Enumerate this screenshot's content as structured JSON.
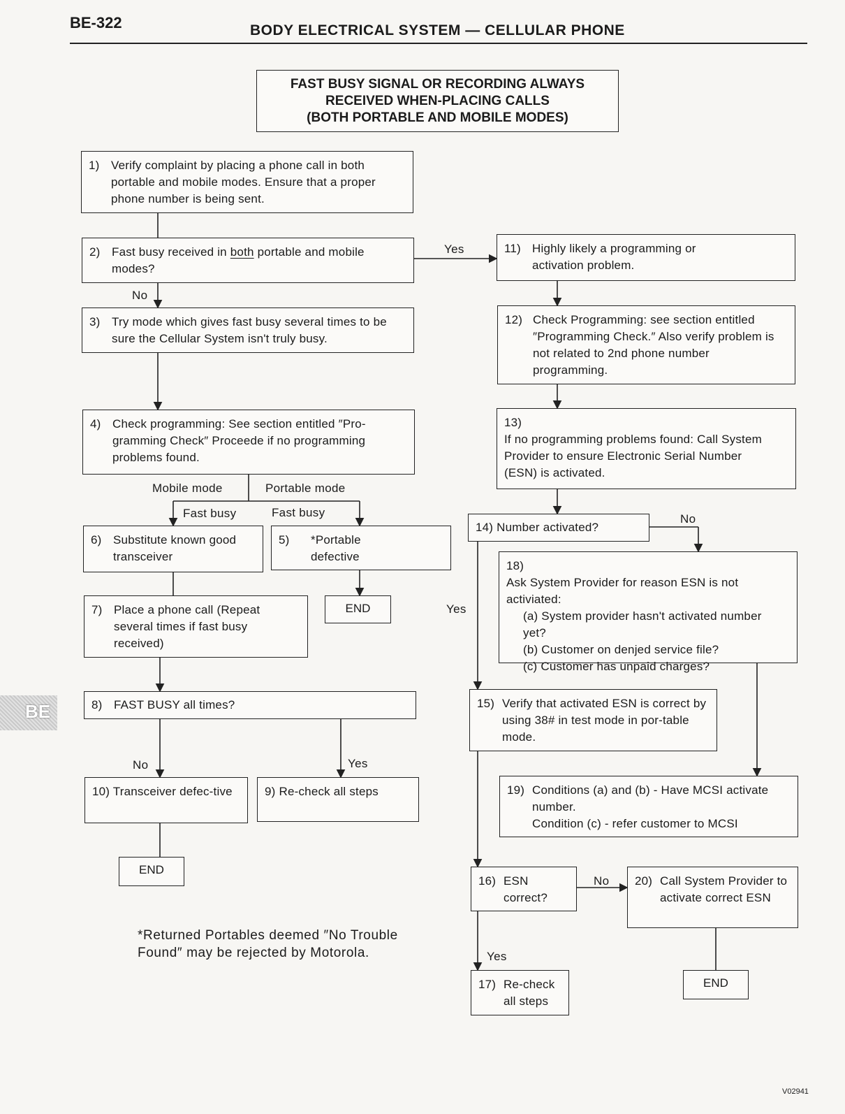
{
  "header": {
    "page_code": "BE-322",
    "title": "BODY ELECTRICAL SYSTEM — CELLULAR PHONE"
  },
  "main_title": {
    "line1": "FAST BUSY SIGNAL OR RECORDING ALWAYS",
    "line2": "RECEIVED WHEN-PLACING CALLS",
    "line3": "(BOTH PORTABLE AND MOBILE MODES)"
  },
  "steps": {
    "s1": {
      "num": "1)",
      "text": "Verify complaint by placing a phone call in both portable and mobile modes. Ensure that a proper phone number is being sent."
    },
    "s2": {
      "num": "2)",
      "pre": "Fast busy received in ",
      "emph": "both",
      "post": " portable and mobile modes?"
    },
    "s3": {
      "num": "3)",
      "text": "Try mode which gives fast busy several times to be sure the Cellular System isn't truly busy."
    },
    "s4": {
      "num": "4)",
      "text": "Check programming: See section entitled ″Pro-gramming Check″ Proceede if no programming problems found."
    },
    "s5": {
      "num": "5)",
      "text": "*Portable defective"
    },
    "s6": {
      "num": "6)",
      "text": "Substitute known good transceiver"
    },
    "s7": {
      "num": "7)",
      "text": "Place a phone call (Repeat several times if fast busy received)"
    },
    "s8": {
      "num": "8)",
      "text": "FAST BUSY all times?"
    },
    "s9": {
      "num": "9)",
      "text": "Re-check all steps"
    },
    "s10": {
      "num": "10)",
      "text": "Transceiver defec-tive"
    },
    "s11": {
      "num": "11)",
      "text": "Highly likely a programming or activation problem."
    },
    "s12": {
      "num": "12)",
      "text": "Check Programming: see section entitled ″Programming Check.″ Also verify problem is not related to 2nd phone number programming."
    },
    "s13": {
      "num": "13)",
      "text": "If no programming problems found: Call System Provider to ensure Electronic Serial Number (ESN) is activated."
    },
    "s14": {
      "num": "14)",
      "text": "Number activated?"
    },
    "s15": {
      "num": "15)",
      "text": "Verify that activated ESN is correct by using 38# in test mode in por-table mode."
    },
    "s16": {
      "num": "16)",
      "text": "ESN correct?"
    },
    "s17": {
      "num": "17)",
      "text": "Re-check all steps"
    },
    "s18": {
      "num": "18)",
      "text": "Ask System Provider for reason ESN is not activiated:",
      "a": "(a) System provider hasn't activated number yet?",
      "b": "(b) Customer on denjed service file?",
      "c": "(c) Customer has unpaid charges?"
    },
    "s19": {
      "num": "19)",
      "line1": "Conditions (a) and (b) - Have MCSI activate number.",
      "line2": "Condition (c) - refer customer to MCSI"
    },
    "s20": {
      "num": "20)",
      "text": "Call System Provider to activate correct ESN"
    }
  },
  "labels": {
    "yes": "Yes",
    "no": "No",
    "mobile_mode": "Mobile mode",
    "portable_mode": "Portable mode",
    "fast_busy": "Fast busy",
    "end": "END"
  },
  "footnote": "*Returned Portables deemed ″No Trouble Found″ may be rejected by Motorola.",
  "side_tab": "BE",
  "figure_code": "V02941"
}
